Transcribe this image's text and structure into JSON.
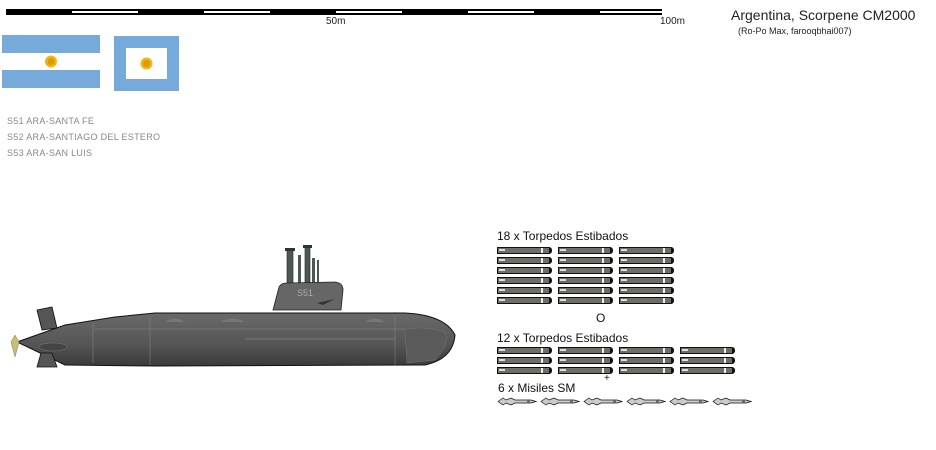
{
  "header": {
    "title": "Argentina, Scorpene CM2000",
    "credit": "(Ro-Po Max, farooqbhai007)"
  },
  "scale": {
    "label_mid": "50m",
    "label_end": "100m"
  },
  "flags": [
    {
      "name": "argentina-national-flag",
      "colors": {
        "blue": "#75aadb",
        "white": "#ffffff",
        "sun": "#f6b40e"
      }
    },
    {
      "name": "argentina-naval-jack",
      "colors": {
        "blue": "#75aadb",
        "white": "#ffffff",
        "sun": "#f6b40e"
      }
    }
  ],
  "ships": [
    {
      "label": "S51 ARA-SANTA FE"
    },
    {
      "label": "S52 ARA-SANTIAGO DEL ESTERO"
    },
    {
      "label": "S53 ARA-SAN LUIS"
    }
  ],
  "submarine": {
    "hull_number": "S51",
    "hull_color": "#5a5a5a"
  },
  "loadout": {
    "option1_label": "18 x Torpedos Estibados",
    "option1_grid": {
      "rows": 6,
      "cols": 3
    },
    "or_label": "O",
    "option2_label": "12 x Torpedos Estibados",
    "option2_grid": {
      "rows": 3,
      "cols": 4
    },
    "plus_label": "+",
    "missiles_label": "6 x Misiles SM",
    "missile_count": 6
  }
}
